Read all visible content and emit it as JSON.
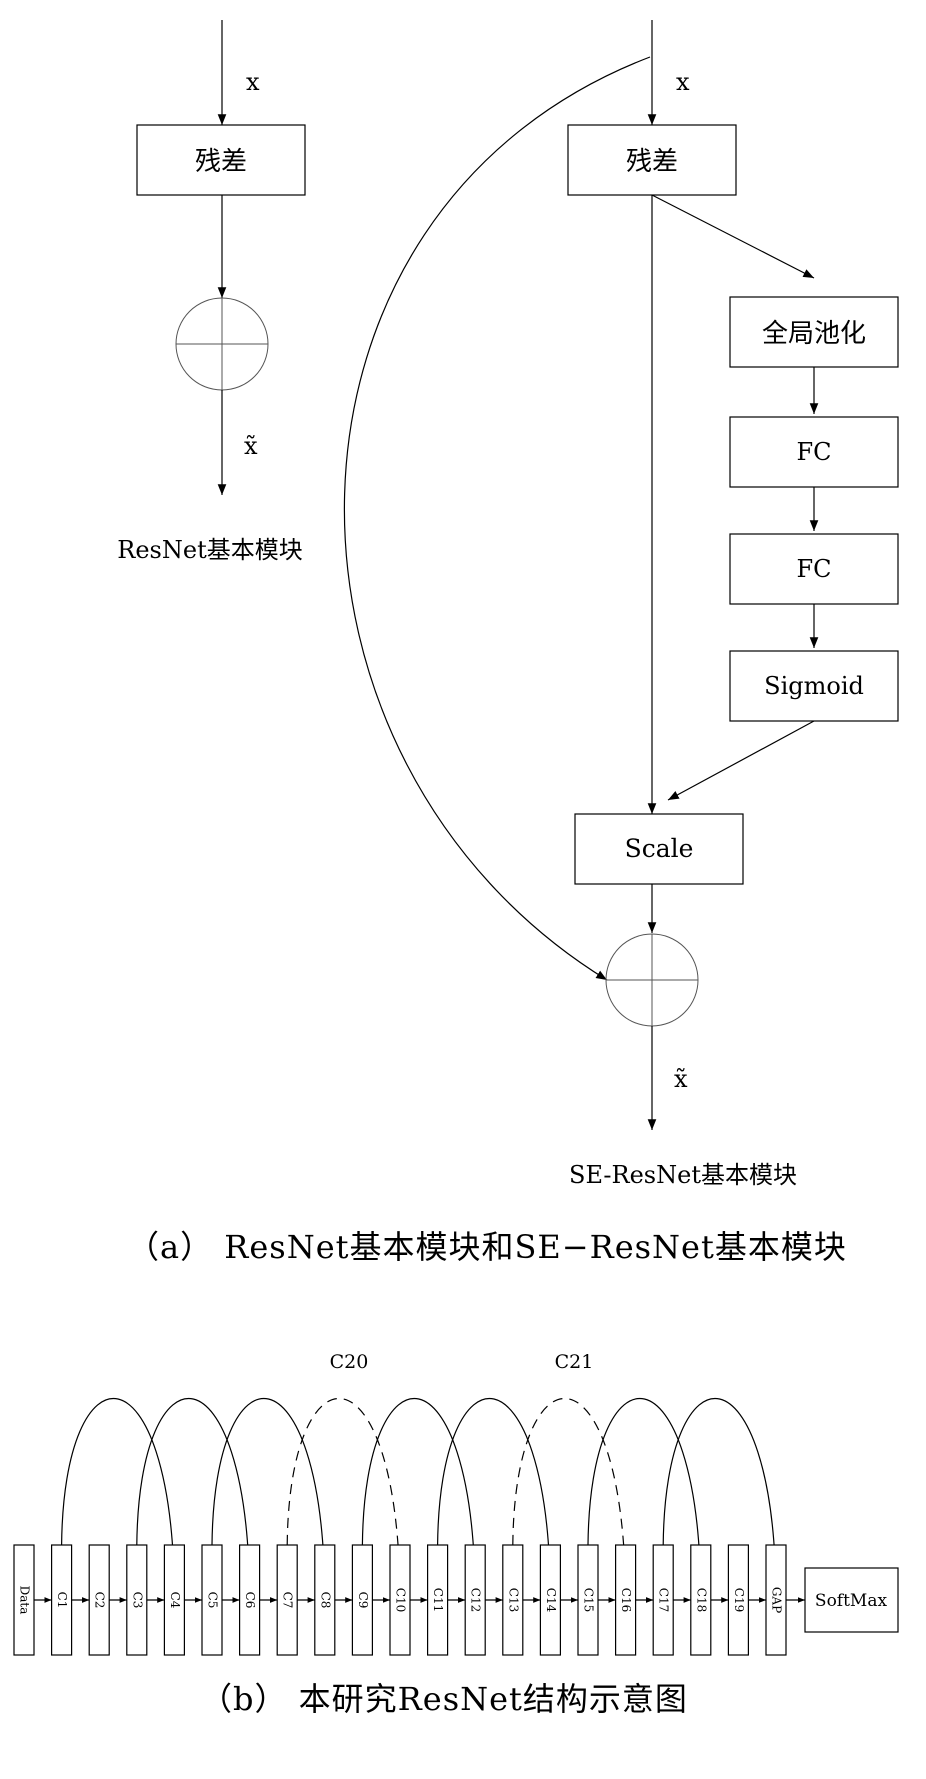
{
  "panel_a": {
    "resnet": {
      "input": "x",
      "residual": "残差",
      "output": "x̃",
      "caption": "ResNet基本模块"
    },
    "se_resnet": {
      "input": "x",
      "residual": "残差",
      "gap": "全局池化",
      "fc1": "FC",
      "fc2": "FC",
      "sigmoid": "Sigmoid",
      "scale": "Scale",
      "output": "x̃",
      "caption": "SE-ResNet基本模块"
    },
    "caption": "（a）  ResNet基本模块和SE−ResNet基本模块"
  },
  "panel_b": {
    "blocks": [
      "Data",
      "C1",
      "C2",
      "C3",
      "C4",
      "C5",
      "C6",
      "C7",
      "C8",
      "C9",
      "C10",
      "C11",
      "C12",
      "C13",
      "C14",
      "C15",
      "C16",
      "C17",
      "C18",
      "C19",
      "GAP"
    ],
    "softmax": "SoftMax",
    "skip_labels": {
      "c20": "C20",
      "c21": "C21"
    },
    "caption": "（b）  本研究ResNet结构示意图"
  }
}
